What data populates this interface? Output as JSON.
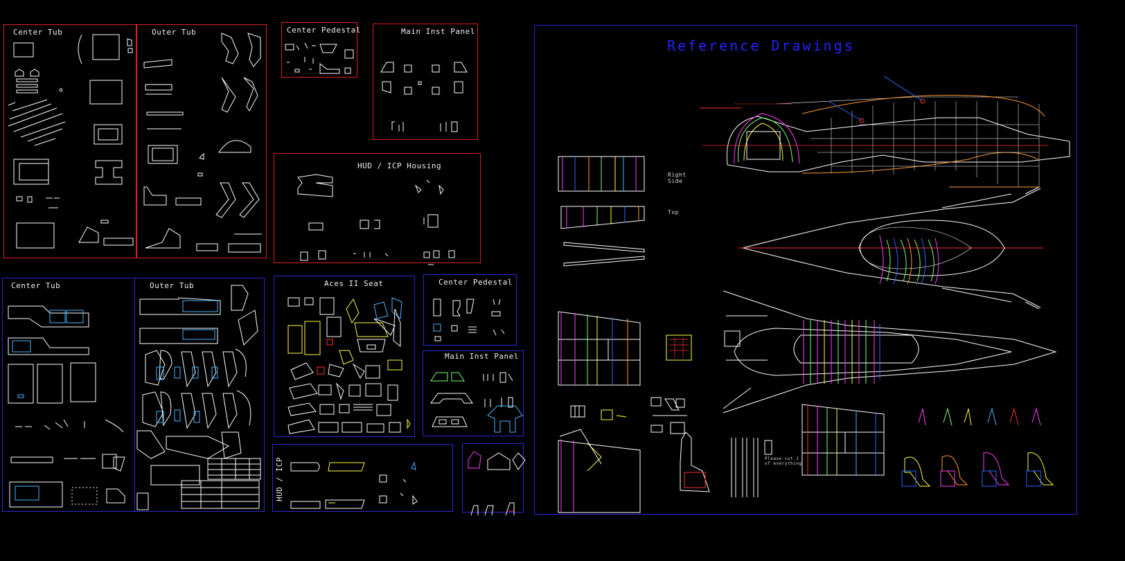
{
  "panels": {
    "center_tub_red": "Center Tub",
    "outer_tub_red": "Outer Tub",
    "center_pedestal_red": "Center Pedestal",
    "main_inst_panel_red": "Main Inst Panel",
    "hud_icp_housing": "HUD / ICP Housing",
    "center_tub_blue": "Center Tub",
    "outer_tub_blue": "Outer Tub",
    "aces_seat": "Aces II Seat",
    "center_pedestal_blue": "Center Pedestal",
    "main_inst_panel_blue": "Main Inst Panel",
    "hud_icp": "HUD / ICP",
    "reference_drawings": "Reference Drawings"
  },
  "ref_labels": {
    "right_side": "Right\nSide",
    "top": "Top",
    "note": "Please cut 2\nof everything"
  },
  "colors": {
    "red_frame": "#e02020",
    "blue_frame": "#2a2ad8",
    "title_blue": "#2323ff",
    "lines": "#ffffff"
  }
}
